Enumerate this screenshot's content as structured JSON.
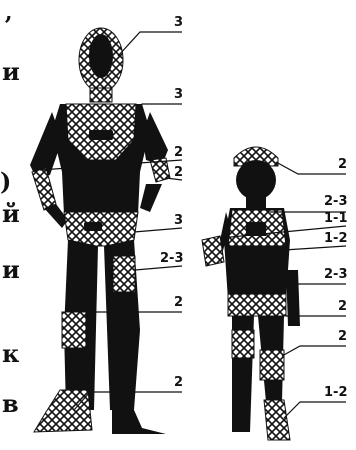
{
  "edge_glyphs": [
    "’",
    "и",
    ")",
    "й",
    "и",
    "к",
    "в"
  ],
  "adult_labels": [
    "3",
    "3",
    "2",
    "2",
    "3",
    "2-3",
    "2",
    "2"
  ],
  "child_labels": [
    "2",
    "2-3",
    "1-1",
    "1-2",
    "2-3",
    "2",
    "2",
    "1-2"
  ],
  "colors": {
    "ink": "#111111",
    "mesh_bg": "#ffffff"
  }
}
